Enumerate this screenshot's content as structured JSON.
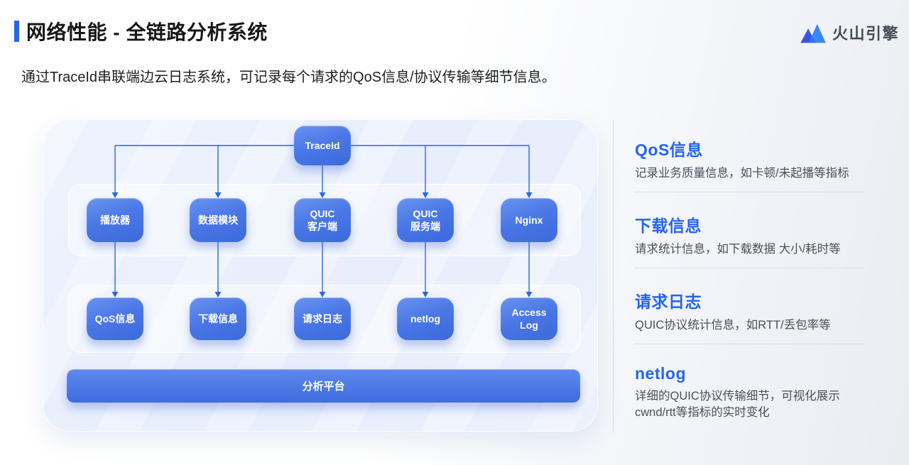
{
  "header": {
    "title": "网络性能 - 全链路分析系统",
    "logo_text": "火山引擎"
  },
  "intro": "通过TraceId串联端边云日志系统，可记录每个请求的QoS信息/协议传输等细节信息。",
  "diagram": {
    "root": "TraceId",
    "row1": [
      "播放器",
      "数据模块",
      "QUIC\n客户端",
      "QUIC\n服务端",
      "Nginx"
    ],
    "row2": [
      "QoS信息",
      "下载信息",
      "请求日志",
      "netlog",
      "Access\nLog"
    ],
    "platform": "分析平台"
  },
  "sidebar": {
    "sections": [
      {
        "title": "QoS信息",
        "desc": "记录业务质量信息，如卡顿/未起播等指标"
      },
      {
        "title": "下载信息",
        "desc": "请求统计信息，如下载数据 大小/耗时等"
      },
      {
        "title": "请求日志",
        "desc": "QUIC协议统计信息，如RTT/丢包率等"
      },
      {
        "title": "netlog",
        "desc": "详细的QUIC协议传输细节，可视化展示cwnd/rtt等指标的实时变化"
      }
    ]
  },
  "colors": {
    "accent_blue": "#2566ee",
    "node_gradient_top": "#6992f1",
    "node_gradient_bottom": "#3c69dc",
    "connector_blue": "#2b67e5"
  }
}
